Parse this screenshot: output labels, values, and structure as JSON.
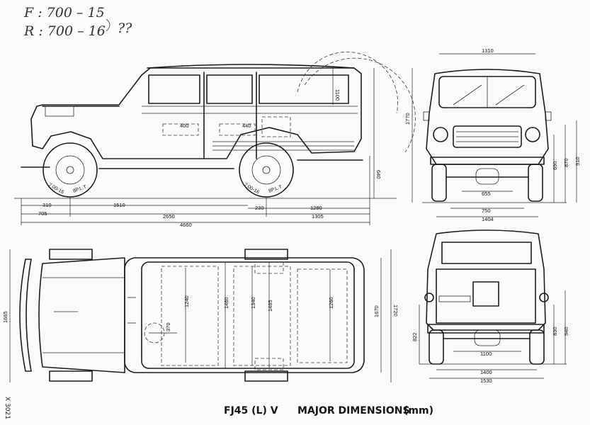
{
  "handwritten": {
    "front_tyre": "F : 700 – 15",
    "rear_tyre": "R : 700 – 16",
    "question": "??"
  },
  "caption": {
    "model": "FJ45 (L) V",
    "title": "MAJOR DIMENSIONS",
    "unit": "(mm)"
  },
  "reference": "X 3021",
  "tyres": {
    "front_size": "7.00-15",
    "front_ply": "8P.L.T",
    "rear_size": "7.00-16",
    "rear_ply": "8P.L.T"
  },
  "side_view": {
    "front_overhang": "705",
    "wheelbase": "2650",
    "rear_overhang": "1305",
    "overall_length": "4660",
    "front_axle_to_door": "310",
    "door_span": "1510",
    "rear_axle_offset": "230",
    "rear_section": "1280",
    "roof_height": "1100",
    "ground_clearance": "640",
    "seat_front": "400",
    "seat_rear": "440"
  },
  "front_view": {
    "roof_width": "1310",
    "overall_height": "1770",
    "body_height_1": "690",
    "body_height_2": "870",
    "body_height_3": "910",
    "axle_width": "655",
    "frame_width": "750",
    "track_front": "1404"
  },
  "top_view": {
    "overall_width": "1665",
    "dim_1240": "1240",
    "dim_1460": "1460",
    "dim_1340": "1340",
    "dim_1485": "1485",
    "dim_1260": "1260",
    "dim_1670": "1670",
    "dim_1720": "1720",
    "dim_370": "370"
  },
  "rear_view": {
    "height_822": "822",
    "height_830": "830",
    "height_940": "940",
    "axle_width": "1100",
    "track_rear": "1400",
    "overall_width": "1530"
  }
}
